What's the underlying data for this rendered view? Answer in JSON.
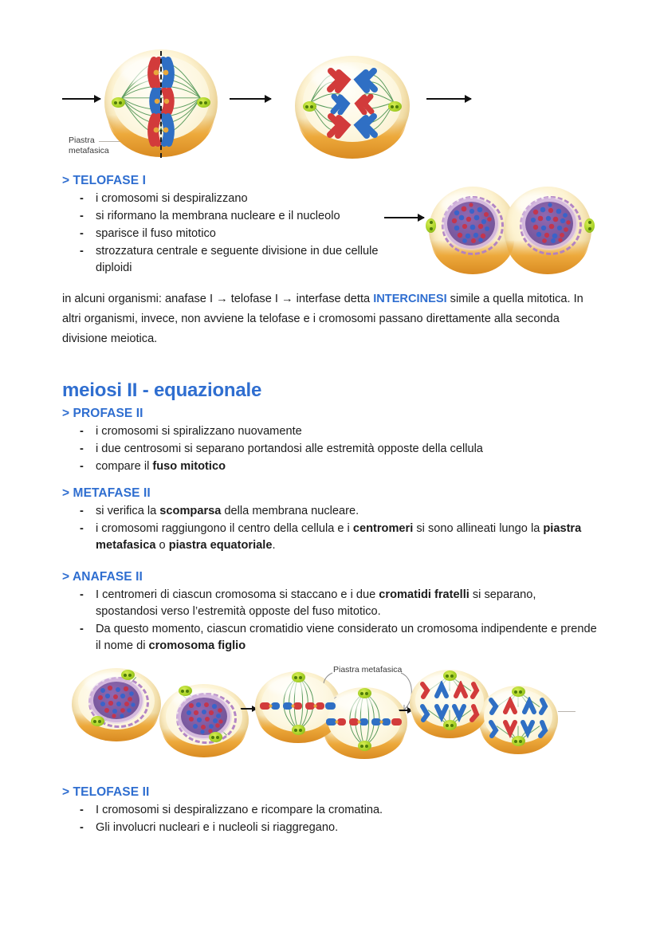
{
  "document": {
    "language": "it",
    "page_background": "#ffffff",
    "accent_blue": "#2f6ed0",
    "text_color": "#1b1b1b"
  },
  "figures": {
    "top": {
      "name": "metafase-anafase-I-sequence",
      "labels": {
        "piastra_metafasica_line1": "Piastra",
        "piastra_metafasica_line2": "metafasica"
      },
      "arrow_count": 3
    },
    "telofase_i": {
      "name": "telofase-I-two-daughter-cells",
      "arrow_count": 1
    },
    "bottom": {
      "name": "meiosi-II-sequence",
      "labels": {
        "piastra_metafasica": "Piastra metafasica"
      },
      "arrow_count": 3
    }
  },
  "sections": [
    {
      "id": "telofase-i",
      "heading": "> TELOFASE I",
      "bullets": [
        [
          {
            "t": "i cromosomi si despiralizzano"
          }
        ],
        [
          {
            "t": "si riformano la membrana nucleare  e il nucleolo"
          }
        ],
        [
          {
            "t": "sparisce il fuso mitotico"
          }
        ],
        [
          {
            "t": "strozzatura centrale e seguente divisione in due cellule diploidi"
          }
        ]
      ]
    }
  ],
  "paragraph_intercinesi": [
    {
      "t": "in alcuni organismi: anafase I → telofase I → interfase detta "
    },
    {
      "t": "INTERCINESI",
      "style": "highlight"
    },
    {
      "t": " simile a quella mitotica. In altri organismi, invece, non avviene la telofase e i cromosomi passano direttamente alla seconda divisione meiotica."
    }
  ],
  "meiosi_ii": {
    "title": "meiosi II - equazionale",
    "sections": [
      {
        "id": "profase-ii",
        "heading": "> PROFASE II",
        "bullets": [
          [
            {
              "t": "i cromosomi si spiralizzano nuovamente"
            }
          ],
          [
            {
              "t": "i due centrosomi si separano portandosi alle estremità opposte della cellula"
            }
          ],
          [
            {
              "t": "compare il "
            },
            {
              "t": "fuso mitotico",
              "style": "bold"
            }
          ]
        ]
      },
      {
        "id": "metafase-ii",
        "heading": "> METAFASE II",
        "bullets": [
          [
            {
              "t": "si verifica la "
            },
            {
              "t": "scomparsa",
              "style": "bold"
            },
            {
              "t": " della membrana nucleare."
            }
          ],
          [
            {
              "t": "i cromosomi raggiungono il centro della cellula e i "
            },
            {
              "t": "centromeri",
              "style": "bold"
            },
            {
              "t": " si sono allineati lungo la "
            },
            {
              "t": "piastra metafasica",
              "style": "bold"
            },
            {
              "t": " o "
            },
            {
              "t": "piastra equatoriale",
              "style": "bold"
            },
            {
              "t": "."
            }
          ]
        ]
      },
      {
        "id": "anafase-ii",
        "heading": "> ANAFASE II",
        "bullets": [
          [
            {
              "t": "I centromeri di ciascun cromosoma si staccano e i due "
            },
            {
              "t": "cromatidi fratelli",
              "style": "bold"
            },
            {
              "t": " si separano, spostandosi verso l’estremità opposte del fuso mitotico."
            }
          ],
          [
            {
              "t": "Da questo momento, ciascun cromatidio viene considerato un cromosoma indipendente e prende il nome di "
            },
            {
              "t": "cromosoma figlio",
              "style": "bold"
            }
          ]
        ]
      },
      {
        "id": "telofase-ii",
        "heading": "> TELOFASE II",
        "bullets": [
          [
            {
              "t": "I cromosomi si despiralizzano e ricompare la cromatina."
            }
          ],
          [
            {
              "t": "Gli involucri nucleari e i nucleoli si riaggregano."
            }
          ]
        ]
      }
    ]
  }
}
